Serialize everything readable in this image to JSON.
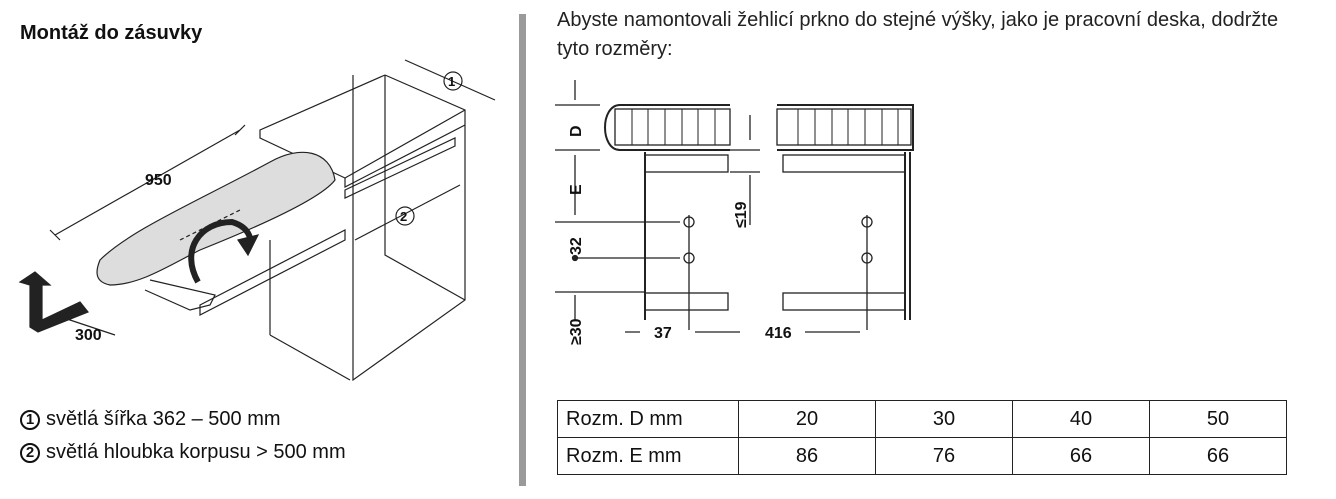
{
  "left": {
    "title": "Montáž do zásuvky",
    "dims": {
      "length": "950",
      "width": "300",
      "marker1": "1",
      "marker2": "2"
    },
    "legend": [
      {
        "marker": "1",
        "text": "světlá šířka 362 – 500 mm"
      },
      {
        "marker": "2",
        "text": "světlá hloubka korpusu > 500 mm"
      }
    ]
  },
  "right": {
    "intro": "Abyste namontovali žehlicí prkno do stejné výšky, jako je pracovní deska, dodržte tyto rozměry:",
    "dims": {
      "D": "D",
      "E": "E",
      "hole_spacing": "32",
      "max_gap": "≤19",
      "min_bottom": "≥30",
      "offset": "37",
      "spacing": "416"
    },
    "table": {
      "rows": [
        {
          "label": "Rozm. D mm",
          "values": [
            "20",
            "30",
            "40",
            "50"
          ]
        },
        {
          "label": "Rozm. E mm",
          "values": [
            "86",
            "76",
            "66",
            "66"
          ]
        }
      ]
    }
  }
}
